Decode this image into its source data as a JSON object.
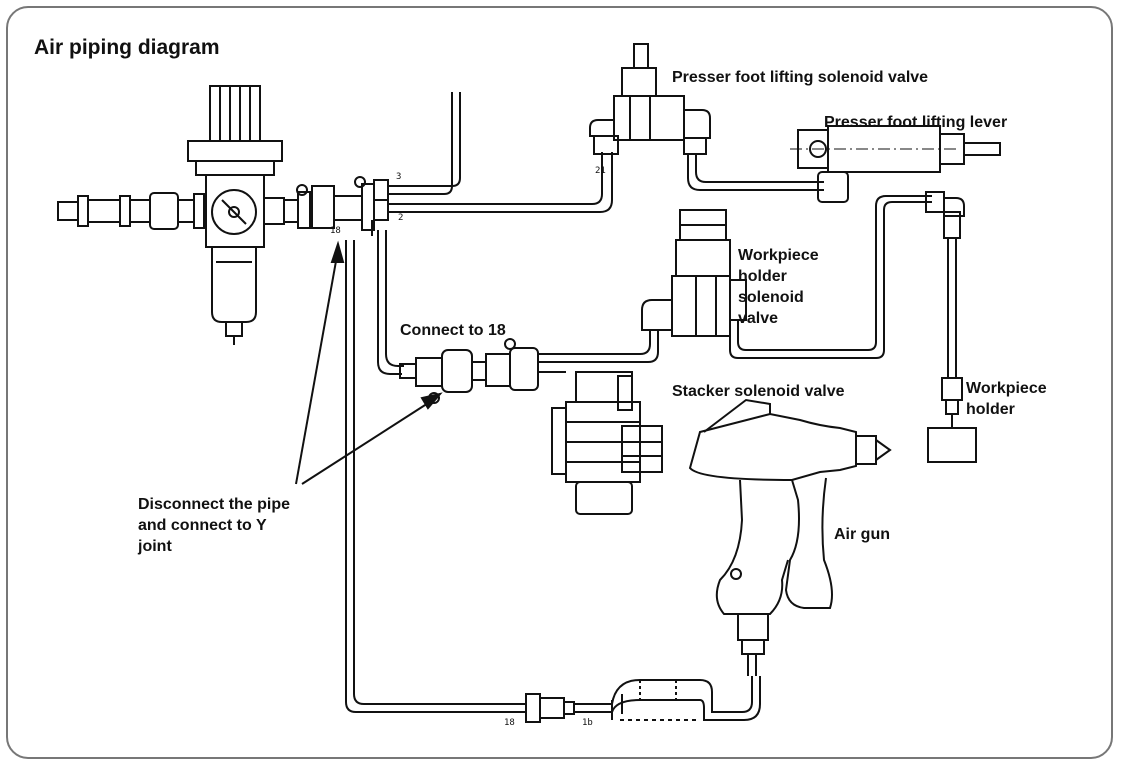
{
  "title": "Air piping diagram",
  "labels": {
    "presser_valve": "Presser foot lifting solenoid valve",
    "presser_lever": "Presser foot lifting lever",
    "workpiece_valve": "Workpiece\nholder\nsolenoid\nvalve",
    "connect18": "Connect to 18",
    "stacker_valve": "Stacker solenoid valve",
    "workpiece_holder": "Workpiece\nholder",
    "disconnect": "Disconnect the pipe\nand connect to Y\njoint",
    "air_gun": "Air gun"
  },
  "port_marks": {
    "p21": "21",
    "p2": "2",
    "p3": "3",
    "p18a": "18",
    "p18b": "18",
    "p1b": "1b"
  }
}
